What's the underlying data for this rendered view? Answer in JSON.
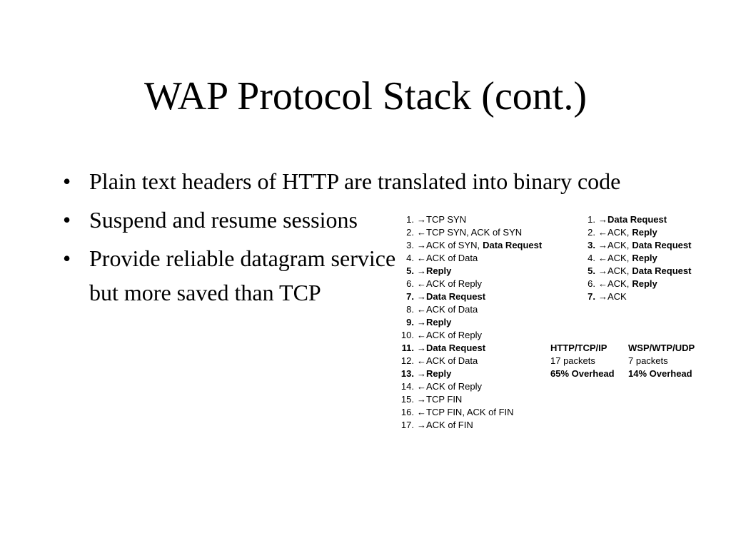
{
  "slide": {
    "title": "WAP Protocol Stack (cont.)",
    "bullets": [
      "Plain text headers of HTTP are translated into binary code",
      "Suspend and resume sessions",
      "Provide reliable datagram service but more saved than TCP"
    ]
  },
  "figure": {
    "tcp_steps": [
      {
        "n": "1.",
        "text": "→TCP SYN",
        "extra": ""
      },
      {
        "n": "2.",
        "text": "←TCP SYN, ACK of SYN",
        "extra": ""
      },
      {
        "n": "3.",
        "text": "→ACK of SYN,",
        "extra": "Data Request"
      },
      {
        "n": "4.",
        "text": "←ACK of Data",
        "extra": ""
      },
      {
        "n": "5.",
        "text": "→Reply",
        "extra": ""
      },
      {
        "n": "6.",
        "text": "←ACK of Reply",
        "extra": ""
      },
      {
        "n": "7.",
        "text": "→Data Request",
        "extra": ""
      },
      {
        "n": "8.",
        "text": "←ACK of Data",
        "extra": ""
      },
      {
        "n": "9.",
        "text": "→Reply",
        "extra": ""
      },
      {
        "n": "10.",
        "text": "←ACK of Reply",
        "extra": ""
      },
      {
        "n": "11.",
        "text": "→Data Request",
        "extra": ""
      },
      {
        "n": "12.",
        "text": "←ACK of Data",
        "extra": ""
      },
      {
        "n": "13.",
        "text": "→Reply",
        "extra": ""
      },
      {
        "n": "14.",
        "text": "←ACK of Reply",
        "extra": ""
      },
      {
        "n": "15.",
        "text": "→TCP FIN",
        "extra": ""
      },
      {
        "n": "16.",
        "text": "←TCP FIN, ACK of FIN",
        "extra": ""
      },
      {
        "n": "17.",
        "text": "→ACK of FIN",
        "extra": ""
      }
    ],
    "wap_steps": [
      {
        "n": "1.",
        "text": "→Data Request",
        "extra": ""
      },
      {
        "n": "2.",
        "text": "←ACK,",
        "extra": "Reply"
      },
      {
        "n": "3.",
        "text": "→ACK,",
        "extra": "Data Request"
      },
      {
        "n": "4.",
        "text": "←ACK,",
        "extra": "Reply"
      },
      {
        "n": "5.",
        "text": "→ACK,",
        "extra": "Data Request"
      },
      {
        "n": "6.",
        "text": "←ACK,",
        "extra": "Reply"
      },
      {
        "n": "7.",
        "text": "→ACK",
        "extra": ""
      }
    ],
    "comparison": {
      "headers": [
        "HTTP/TCP/IP",
        "WSP/WTP/UDP"
      ],
      "packets": [
        "17 packets",
        "7 packets"
      ],
      "overhead": [
        "65% Overhead",
        "14% Overhead"
      ]
    }
  }
}
